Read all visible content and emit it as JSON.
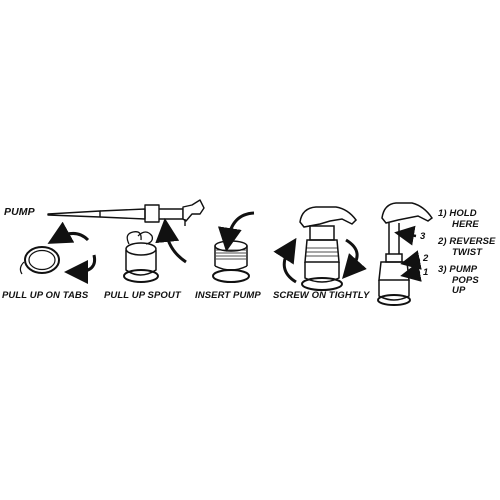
{
  "labels": {
    "pump": "PUMP",
    "pull_up_on_tabs": "PULL UP ON TABS",
    "pull_up_spout": "PULL UP SPOUT",
    "insert_pump": "INSERT PUMP",
    "screw_on_tightly": "SCREW ON TIGHTLY"
  },
  "callouts": [
    "1",
    "2",
    "3"
  ],
  "steps": [
    {
      "line1": "1) HOLD",
      "line2": "HERE",
      "line3": ""
    },
    {
      "line1": "2) REVERSE",
      "line2": "TWIST",
      "line3": ""
    },
    {
      "line1": "3) PUMP",
      "line2": "POPS",
      "line3": "UP"
    }
  ],
  "colors": {
    "ink": "#111111",
    "paper": "#ffffff"
  }
}
